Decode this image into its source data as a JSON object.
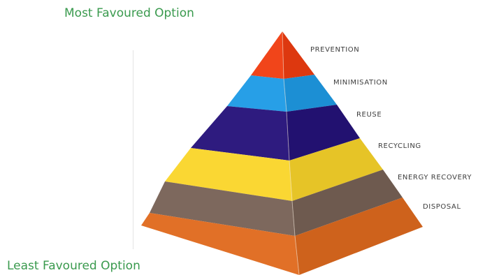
{
  "captions": {
    "top": "Most Favoured Option",
    "bottom": "Least Favoured Option"
  },
  "tiers": [
    {
      "label": "PREVENTION",
      "color": "#f03d10"
    },
    {
      "label": "MINIMISATION",
      "color": "#1e9be6"
    },
    {
      "label": "REUSE",
      "color": "#25127a"
    },
    {
      "label": "RECYCLING",
      "color": "#fad52a"
    },
    {
      "label": "ENERGY RECOVERY",
      "color": "#786256"
    },
    {
      "label": "DISPOSAL",
      "color": "#e06a1e"
    }
  ],
  "caption_color": "#3a9a4e"
}
